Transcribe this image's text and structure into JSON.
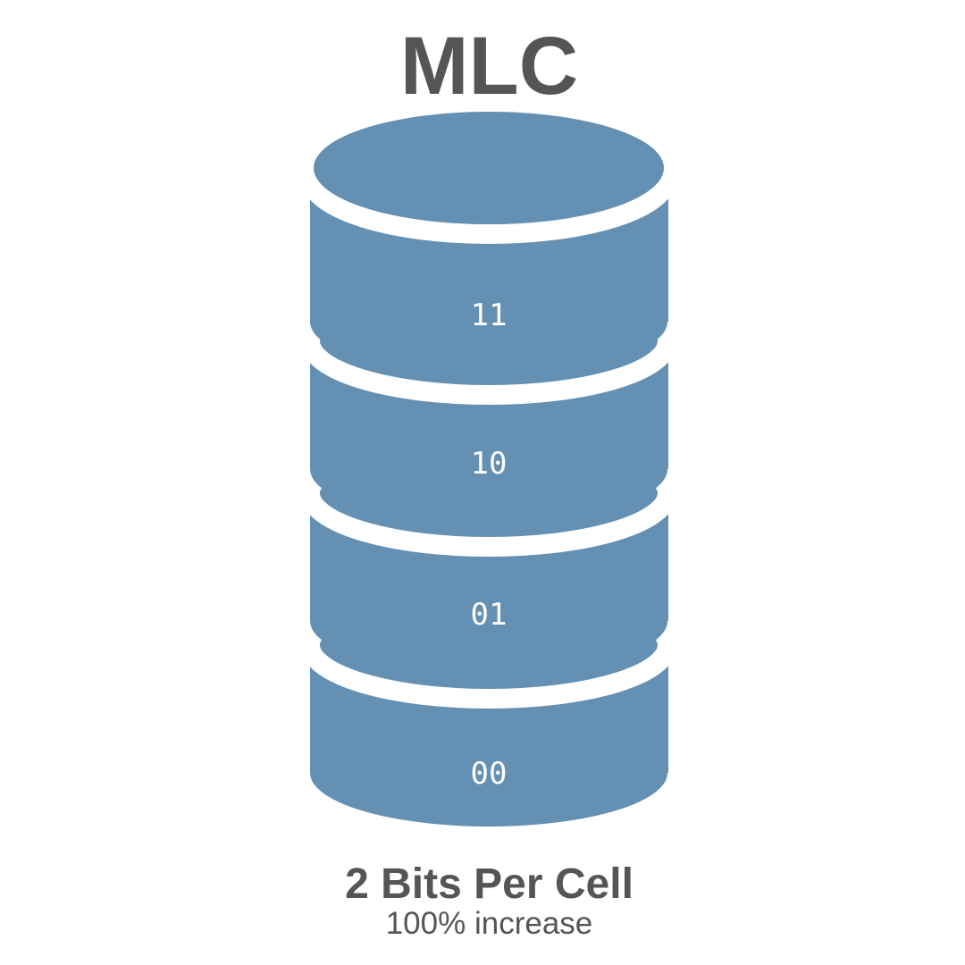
{
  "title": "MLC",
  "colors": {
    "cylinder": "#6490b3",
    "text": "#555555",
    "background": "#ffffff"
  },
  "cells": [
    {
      "label": "11"
    },
    {
      "label": "10"
    },
    {
      "label": "01"
    },
    {
      "label": "00"
    }
  ],
  "caption": {
    "main": "2 Bits Per Cell",
    "sub": "100% increase"
  }
}
